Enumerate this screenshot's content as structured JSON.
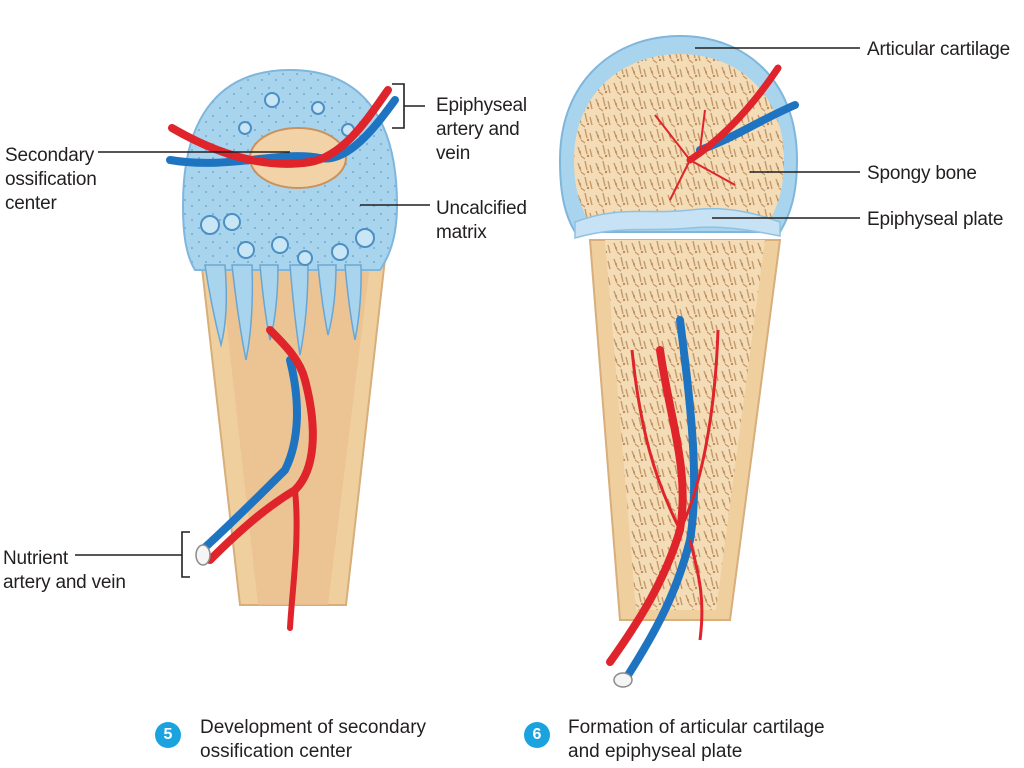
{
  "colors": {
    "cartilage": "#a9d4ee",
    "bone": "#f2d3a8",
    "artery": "#e0242b",
    "vein": "#1f74c2",
    "badge": "#1aa3de"
  },
  "panel5": {
    "labels": {
      "secondary_ossification_center": "Secondary\nossification\ncenter",
      "epiphyseal_artery_vein": "Epiphyseal\nartery and\nvein",
      "uncalcified_matrix": "Uncalcified\nmatrix",
      "nutrient_artery_vein": "Nutrient\nartery and vein"
    },
    "step_number": "5",
    "caption": "Development of secondary\nossification center"
  },
  "panel6": {
    "labels": {
      "articular_cartilage": "Articular cartilage",
      "spongy_bone": "Spongy bone",
      "epiphyseal_plate": "Epiphyseal plate"
    },
    "step_number": "6",
    "caption": "Formation of articular cartilage\nand epiphyseal plate"
  }
}
